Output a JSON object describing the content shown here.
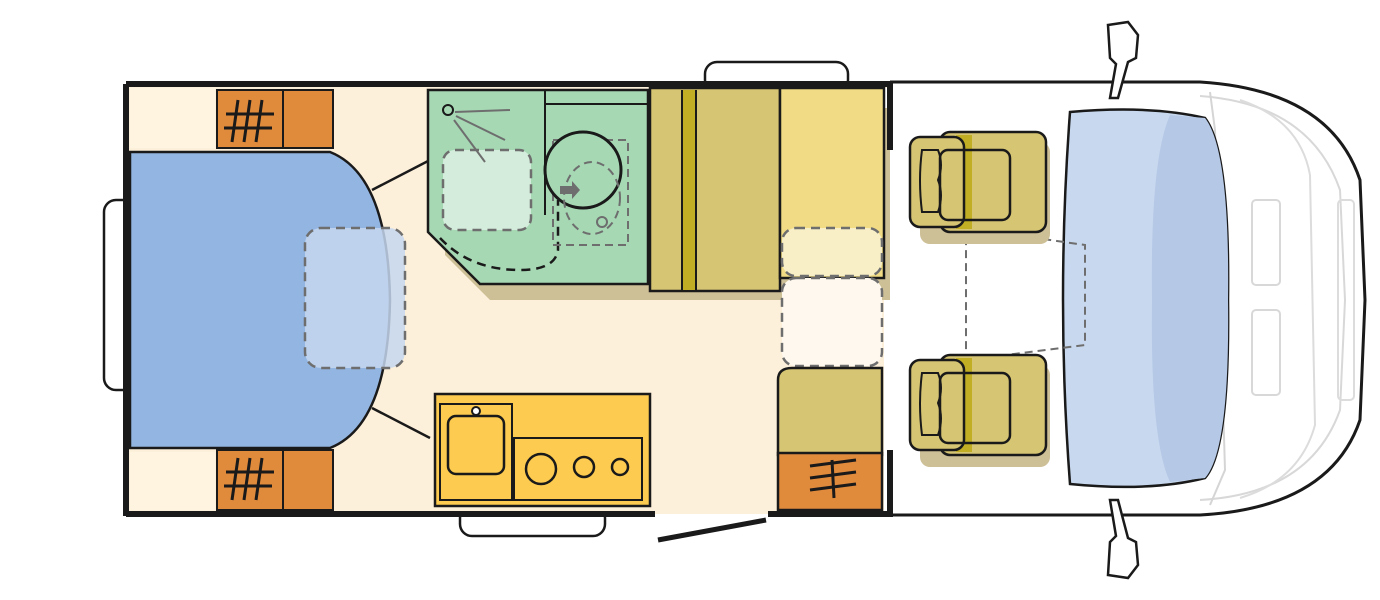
{
  "diagram": {
    "type": "motorhome-floorplan",
    "view": "top-down",
    "zones": [
      {
        "name": "rear-bed",
        "icon": "bed-icon"
      },
      {
        "name": "rear-wardrobes",
        "icon": "wardrobe-icon"
      },
      {
        "name": "bathroom-shower",
        "icon": "shower-icon"
      },
      {
        "name": "bathroom-toilet",
        "icon": "toilet-icon"
      },
      {
        "name": "seating-bench",
        "icon": "sofa-icon"
      },
      {
        "name": "dinette-table",
        "icon": "table-icon"
      },
      {
        "name": "kitchen",
        "icon": "stove-icon"
      },
      {
        "name": "entry-door",
        "icon": "door-icon"
      },
      {
        "name": "cab-seats",
        "icon": "seat-icon"
      },
      {
        "name": "cab",
        "icon": "windshield-icon"
      }
    ],
    "colors": {
      "floor": "#fdf0da",
      "bed": "#93b5e1",
      "wardrobe": "#e08a3c",
      "bathroom": "#a6d8b4",
      "seat": "#d6c572",
      "bench_light": "#f1dc85",
      "kitchen": "#fdcb4f",
      "cab_glass": "#c8d9ef",
      "shadow": "#cdbf96",
      "outline": "#1a1a1a"
    }
  }
}
